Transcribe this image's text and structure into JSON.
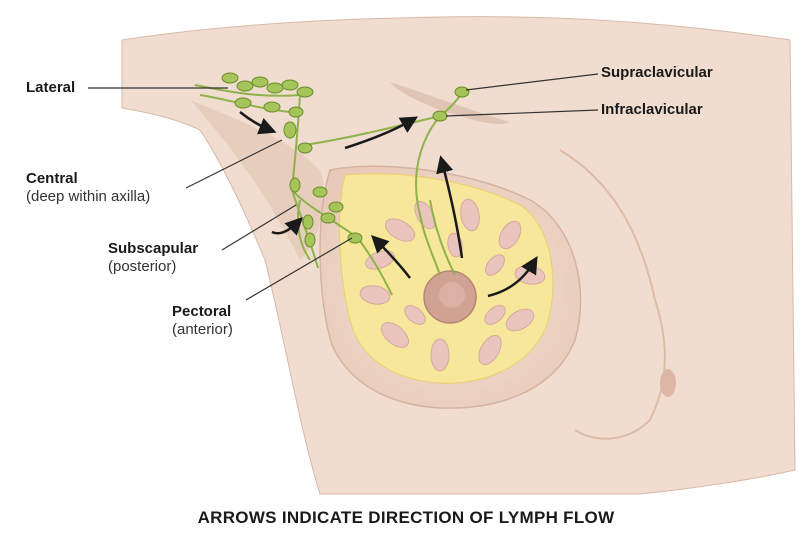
{
  "labels": {
    "lateral": {
      "title": "Lateral"
    },
    "central": {
      "title": "Central",
      "sub": "(deep within axilla)"
    },
    "subscapular": {
      "title": "Subscapular",
      "sub": "(posterior)"
    },
    "pectoral": {
      "title": "Pectoral",
      "sub": "(anterior)"
    },
    "supraclavicular": {
      "title": "Supraclavicular"
    },
    "infraclavicular": {
      "title": "Infraclavicular"
    }
  },
  "caption": "ARROWS INDICATE DIRECTION OF LYMPH FLOW",
  "colors": {
    "skin": "#f1ddd0",
    "skin_shadow": "#e2c4b2",
    "gland_fat": "#f6e79a",
    "lobule": "#e9c5bd",
    "areola": "#cfa293",
    "lymph": "#8fb24a",
    "leader_line": "#333333",
    "arrow": "#1a1a1a"
  }
}
